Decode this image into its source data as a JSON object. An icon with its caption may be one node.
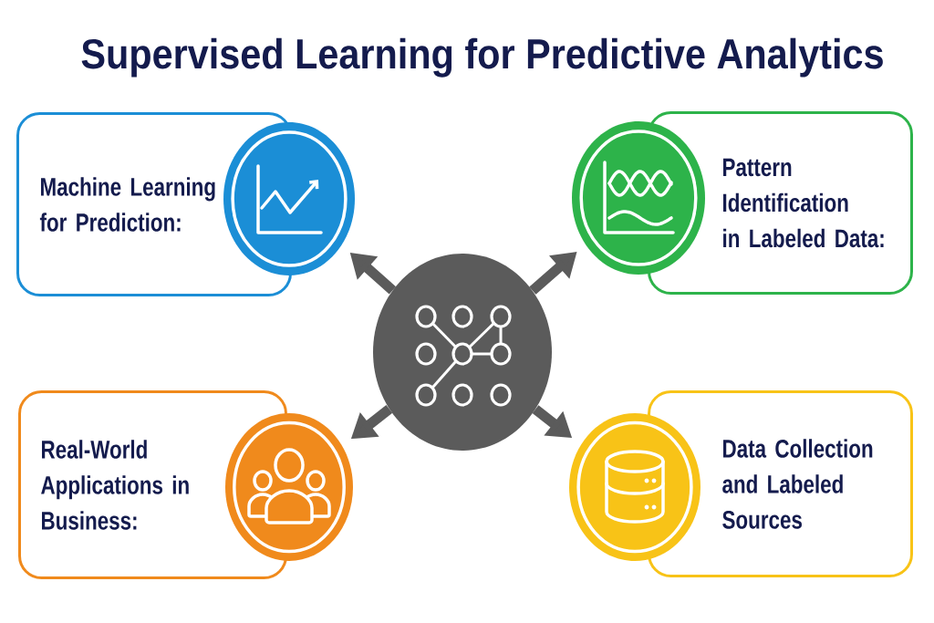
{
  "diagram": {
    "title": "Supervised Learning for Predictive Analytics",
    "nodes": [
      {
        "text": [
          "Machine Learning for Prediction:"
        ]
      },
      {
        "text": [],
        "shape": "circle"
      },
      {
        "text": [],
        "shape": "circle"
      },
      {
        "text": [
          "Pattern Identification in Labeled Data:"
        ]
      },
      {
        "text": [],
        "shape": "circle"
      },
      {
        "text": [
          "Real-World Applications in Business:"
        ]
      },
      {
        "text": [],
        "shape": "circle"
      },
      {
        "text": [],
        "shape": "circle"
      },
      {
        "text": [
          "Data Collection and Labeled Sources"
        ]
      }
    ],
    "edges": [
      {
        "from": 4,
        "to": 1,
        "arrow": "to"
      },
      {
        "from": 4,
        "to": 2,
        "arrow": "to"
      },
      {
        "from": 4,
        "to": 6,
        "arrow": "to"
      },
      {
        "from": 4,
        "to": 7,
        "arrow": "to"
      }
    ]
  }
}
